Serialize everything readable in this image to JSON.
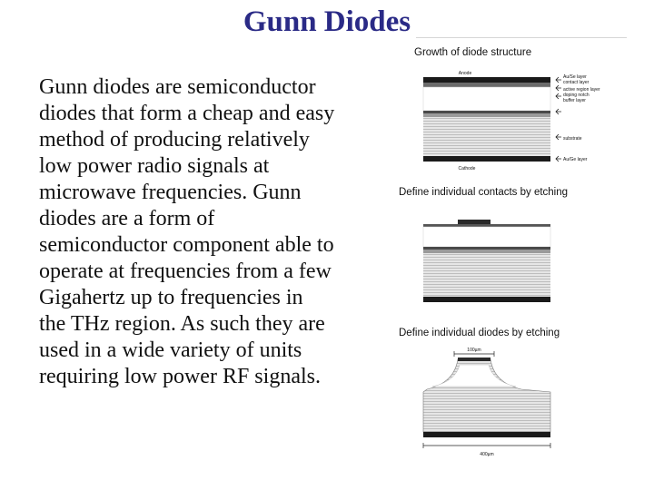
{
  "slide": {
    "title": "Gunn Diodes",
    "body_lines": [
      "Gunn diodes are semiconductor",
      "diodes that form a cheap and easy",
      "method of producing relatively",
      "low power radio signals at",
      "microwave frequencies. Gunn",
      "diodes are a form of",
      "semiconductor component able to",
      "operate at frequencies from a few",
      "Gigahertz up to frequencies in",
      "the THz region. As such they are",
      "used in a wide variety of units",
      "requiring low power RF signals."
    ]
  },
  "figure": {
    "step1_caption": "Growth of diode structure",
    "step2_caption": "Define individual contacts by etching",
    "step3_caption": "Define individual diodes by etching",
    "layer_labels": {
      "anode": "Anode",
      "cathode": "Cathode",
      "au_top": "Au/Se layer",
      "contact": "contact layer",
      "active": "active region layer",
      "doping": "doping notch",
      "buffer": "buffer layer",
      "substrate": "substrate",
      "au_bottom": "Au/Ge layer"
    },
    "dim_top": "100µm",
    "dim_bottom": "400µm"
  }
}
